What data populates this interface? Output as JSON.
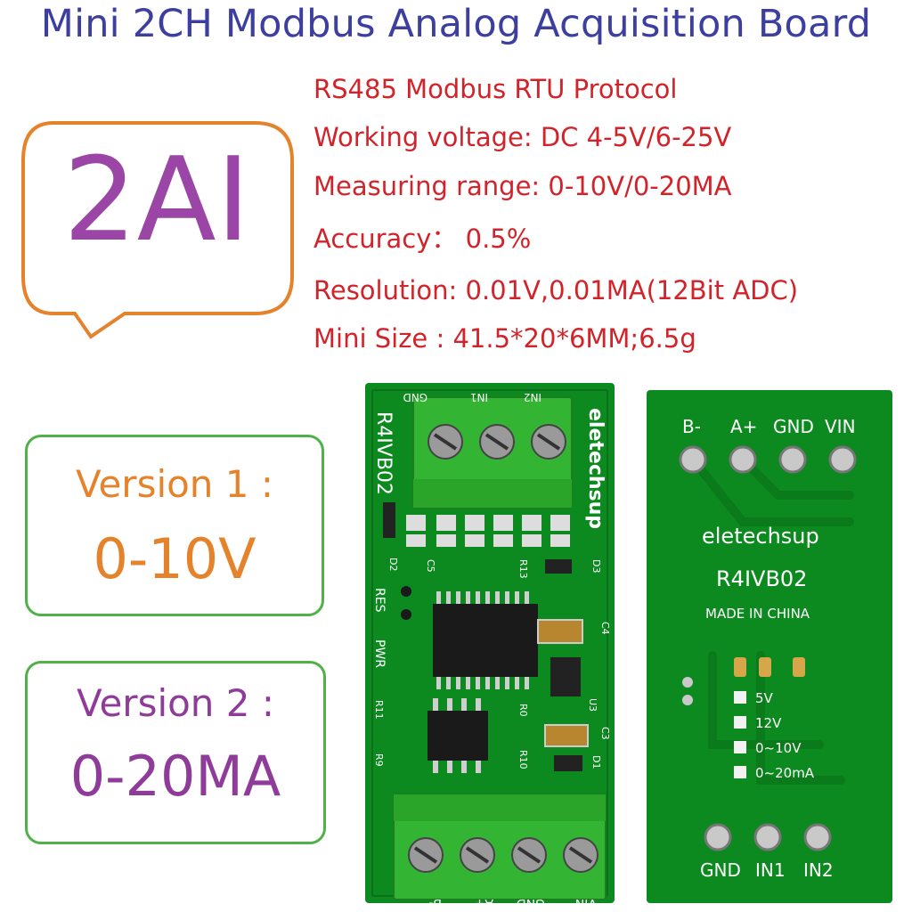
{
  "title": "Mini 2CH Modbus Analog Acquisition Board",
  "specs": [
    "RS485 Modbus RTU Protocol",
    "Working voltage: DC 4-5V/6-25V",
    "Measuring range: 0-10V/0-20MA",
    "Accuracy：  0.5%",
    "Resolution: 0.01V,0.01MA(12Bit ADC)",
    "Mini Size : 41.5*20*6MM;6.5g"
  ],
  "badge": "2AI",
  "versions": [
    {
      "label": "Version 1 :",
      "value": "0-10V"
    },
    {
      "label": "Version 2 :",
      "value": "0-20MA"
    }
  ],
  "front_board": {
    "brand": "eletechsup",
    "model": "R4IVB02",
    "top_terminals": [
      "GND",
      "IN1",
      "IN2"
    ],
    "bottom_terminals": [
      "B-",
      "A+",
      "GND",
      "VIN"
    ],
    "labels": [
      "RES",
      "PWR",
      "D2",
      "C5",
      "R13",
      "D3",
      "C4",
      "U3",
      "C3",
      "D1",
      "R0",
      "R10",
      "R11",
      "R9"
    ]
  },
  "back_board": {
    "brand": "eletechsup",
    "model": "R4IVB02",
    "made_in": "MADE IN CHINA",
    "top_terminals": [
      "B-",
      "A+",
      "GND",
      "VIN"
    ],
    "bottom_terminals": [
      "GND",
      "IN1",
      "IN2"
    ],
    "jumper_options": [
      "5V",
      "12V",
      "0~10V",
      "0~20mA"
    ]
  },
  "colors": {
    "title": "#3d3fa0",
    "specs": "#d2232a",
    "badge_border": "#e5832d",
    "badge_text": "#9b45a6",
    "version_border": "#4fb148",
    "version1_text": "#e5832d",
    "version2_text": "#8e3b99",
    "pcb": "#0c8a1f",
    "terminal": "#33b533"
  }
}
